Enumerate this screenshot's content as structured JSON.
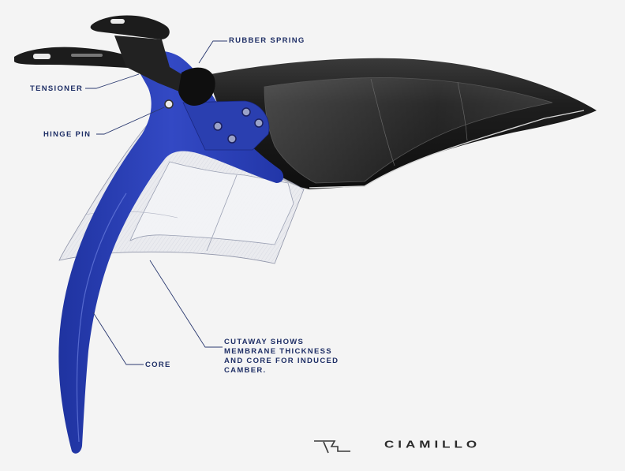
{
  "labels": {
    "rubber_spring": "RUBBER SPRING",
    "tensioner": "TENSIONER",
    "hinge_pin": "HINGE PIN",
    "core": "CORE",
    "cutaway": [
      "CUTAWAY SHOWS",
      "MEMBRANE THICKNESS",
      "AND CORE FOR INDUCED",
      "CAMBER."
    ]
  },
  "brand": {
    "name": "CIAMILLO",
    "logo_icon": "ciamillo-logo-mark-icon"
  },
  "colors": {
    "core_blue": "#2a3fb0",
    "label_navy": "#1f2f66",
    "blade_black": "#1b1b1b",
    "membrane_gray": "#c9ccd6"
  }
}
